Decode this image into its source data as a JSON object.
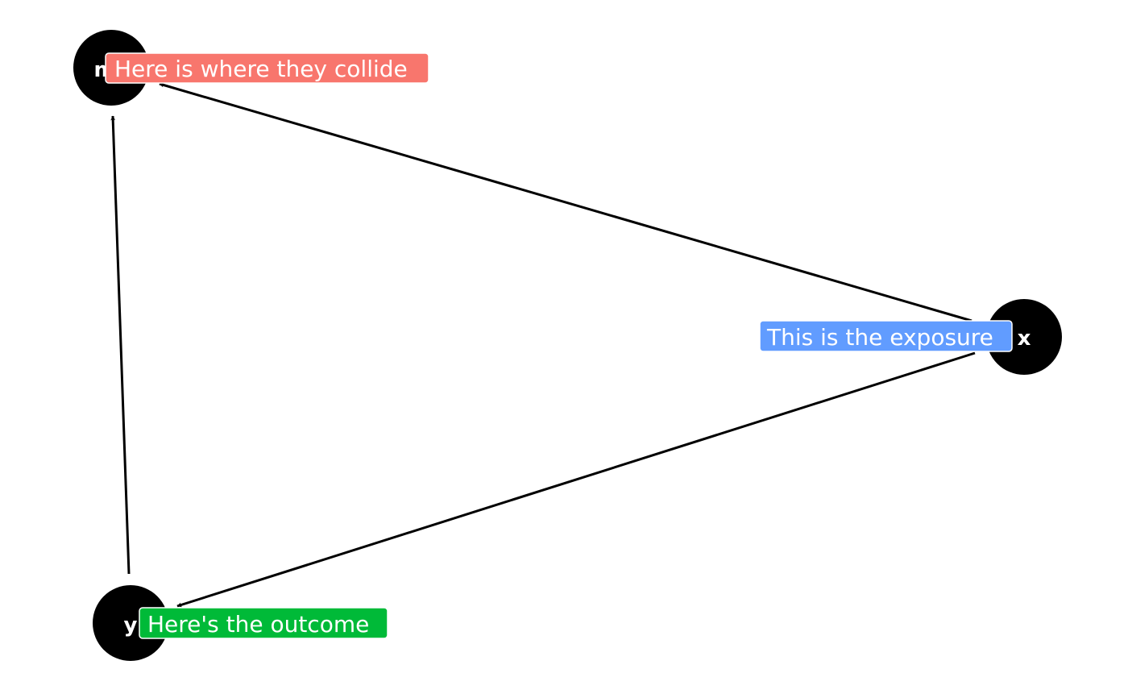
{
  "diagram": {
    "nodes": [
      {
        "id": "m",
        "label": "m"
      },
      {
        "id": "x",
        "label": "x"
      },
      {
        "id": "y",
        "label": "y"
      }
    ],
    "edges": [
      {
        "from": "x",
        "to": "m"
      },
      {
        "from": "y",
        "to": "m"
      },
      {
        "from": "x",
        "to": "y"
      }
    ],
    "annotations": [
      {
        "node": "m",
        "text": "Here is where they collide",
        "color": "#F8766D"
      },
      {
        "node": "x",
        "text": "This is the exposure",
        "color": "#619CFF"
      },
      {
        "node": "y",
        "text": "Here's the outcome",
        "color": "#00BA38"
      }
    ]
  }
}
